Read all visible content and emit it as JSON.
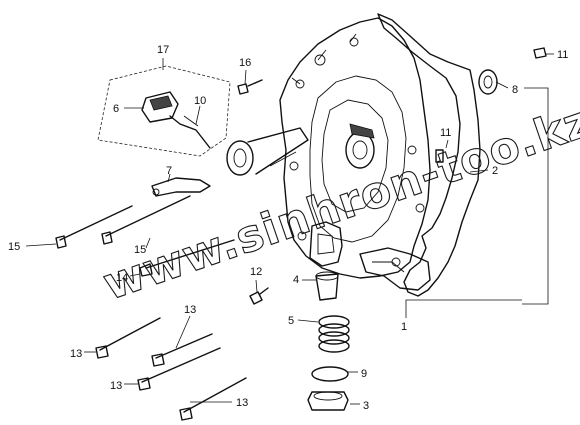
{
  "callouts": [
    {
      "id": "c1",
      "text": "1"
    },
    {
      "id": "c2",
      "text": "2"
    },
    {
      "id": "c3",
      "text": "3"
    },
    {
      "id": "c4",
      "text": "4"
    },
    {
      "id": "c5",
      "text": "5"
    },
    {
      "id": "c6",
      "text": "6"
    },
    {
      "id": "c7",
      "text": "7"
    },
    {
      "id": "c8",
      "text": "8"
    },
    {
      "id": "c9",
      "text": "9"
    },
    {
      "id": "c10",
      "text": "10"
    },
    {
      "id": "c11a",
      "text": "11"
    },
    {
      "id": "c11b",
      "text": "11"
    },
    {
      "id": "c12",
      "text": "12"
    },
    {
      "id": "c13a",
      "text": "13"
    },
    {
      "id": "c13b",
      "text": "13"
    },
    {
      "id": "c13c",
      "text": "13"
    },
    {
      "id": "c13d",
      "text": "13"
    },
    {
      "id": "c14",
      "text": "14"
    },
    {
      "id": "c15a",
      "text": "15"
    },
    {
      "id": "c15b",
      "text": "15"
    },
    {
      "id": "c16",
      "text": "16"
    },
    {
      "id": "c17",
      "text": "17"
    }
  ],
  "watermark": "www.sinhron-too.kz"
}
